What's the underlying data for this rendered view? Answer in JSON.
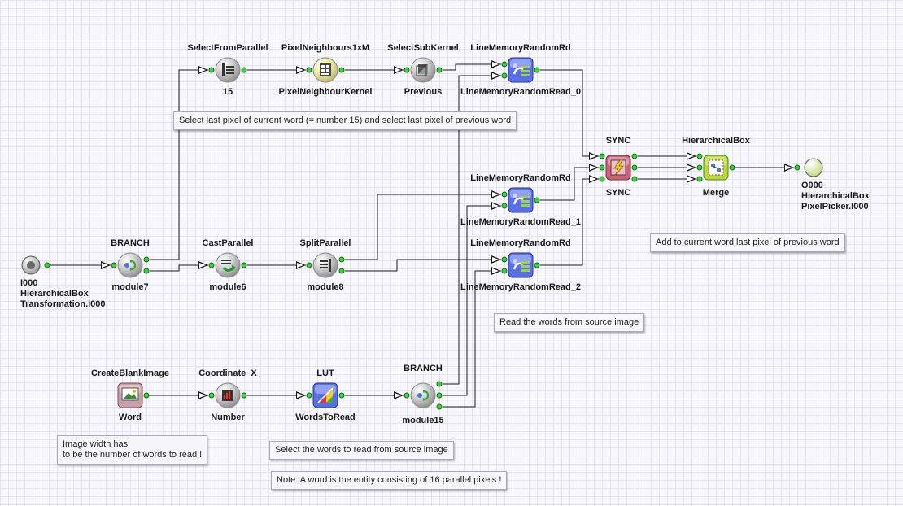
{
  "nodes": {
    "select_from_parallel": {
      "top": "SelectFromParallel",
      "bottom": "15"
    },
    "pixel_neighbours": {
      "top": "PixelNeighbours1xM",
      "bottom": "PixelNeighbourKernel"
    },
    "select_sub_kernel": {
      "top": "SelectSubKernel",
      "bottom": "Previous"
    },
    "lmrr0": {
      "top": "LineMemoryRandomRd",
      "bottom": "LineMemoryRandomRead_0"
    },
    "lmrr1": {
      "top": "LineMemoryRandomRd",
      "bottom": "LineMemoryRandomRead_1"
    },
    "lmrr2": {
      "top": "LineMemoryRandomRd",
      "bottom": "LineMemoryRandomRead_2"
    },
    "sync": {
      "top": "SYNC",
      "bottom": "SYNC"
    },
    "hier_box": {
      "top": "HierarchicalBox",
      "bottom": "Merge"
    },
    "output": {
      "lines": "O000\nHierarchicalBox\nPixelPicker.I000"
    },
    "input": {
      "lines": "I000\nHierarchicalBox\nTransformation.I000"
    },
    "branch1": {
      "top": "BRANCH",
      "bottom": "module7"
    },
    "cast_parallel": {
      "top": "CastParallel",
      "bottom": "module6"
    },
    "split_parallel": {
      "top": "SplitParallel",
      "bottom": "module8"
    },
    "create_blank": {
      "top": "CreateBlankImage",
      "bottom": "Word"
    },
    "coordinate_x": {
      "top": "Coordinate_X",
      "bottom": "Number"
    },
    "lut": {
      "top": "LUT",
      "bottom": "WordsToRead"
    },
    "branch2": {
      "top": "BRANCH",
      "bottom": "module15"
    }
  },
  "notes": {
    "select_last_pixel": "Select last pixel of current word (= number 15) and select last pixel of previous word",
    "add_to_current": "Add to current word last pixel of previous word",
    "read_words": "Read the words from source image",
    "image_width": "Image width has\nto be the number of words to read !",
    "select_words": "Select the words to read from source image",
    "word_entity": "Note: A word is the entity consisting of 16 parallel pixels !"
  },
  "colors": {
    "port": "#3ed23e",
    "wire": "#1a1a1a",
    "grid": "#e4e4f0",
    "background": "#f8f8fc",
    "operator_grey": "#c8c8c8",
    "operator_blue": "#5a6ee6",
    "sync_red": "#c86478",
    "hier_green": "#b4dc3c",
    "kernel_yellow": "#dcdc8c"
  },
  "icons": {
    "operator": "grey-sphere-icon",
    "memory": "blue-memory-icon",
    "sync": "sync-bolt-icon",
    "hierarchical": "hierarchical-box-icon",
    "image": "image-source-icon",
    "lut": "lut-icon",
    "io": "io-port-icon"
  }
}
